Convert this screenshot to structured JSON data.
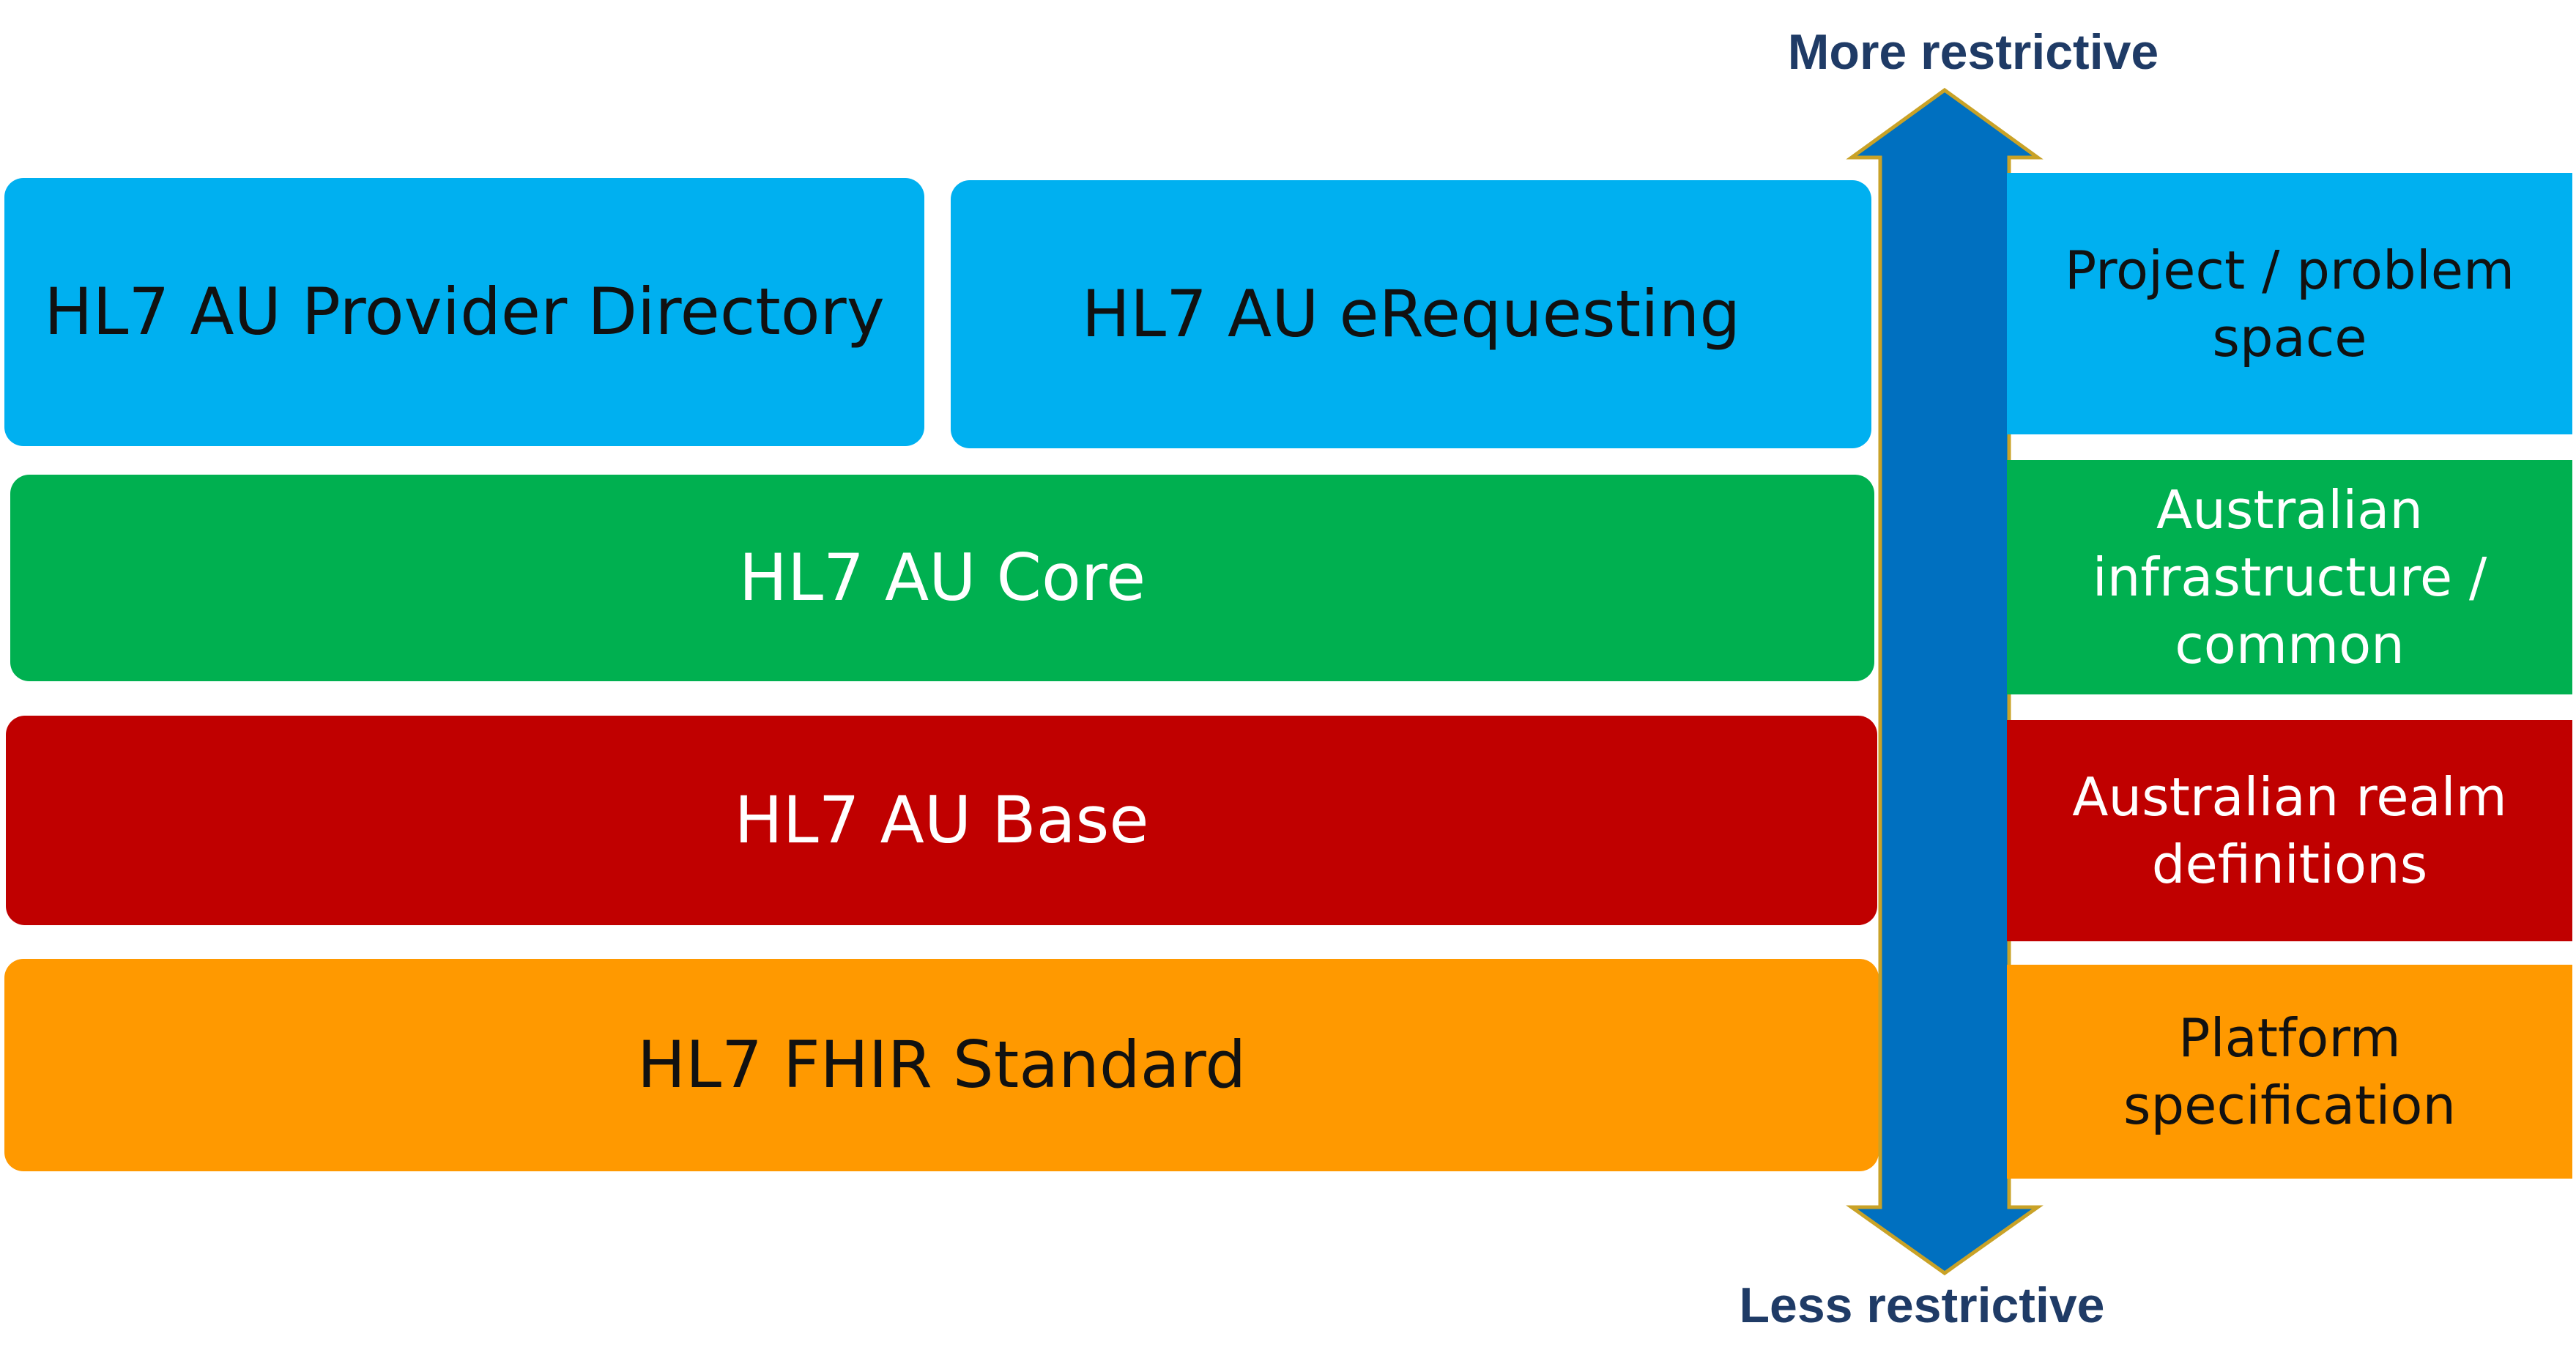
{
  "layers": {
    "provider_directory": "HL7 AU Provider Directory",
    "erequesting": "HL7 AU eRequesting",
    "core": "HL7 AU Core",
    "base": "HL7 AU Base",
    "fhir": "HL7 FHIR Standard"
  },
  "legend": {
    "project": [
      "Project / problem",
      "space"
    ],
    "infrastructure": [
      "Australian",
      "infrastructure /",
      "common"
    ],
    "realm": [
      "Australian realm",
      "definitions"
    ],
    "platform": [
      "Platform specification"
    ]
  },
  "arrow": {
    "top_label": "More restrictive",
    "bottom_label": "Less restrictive"
  },
  "colors": {
    "light_blue": "#00B0F0",
    "green": "#00B050",
    "red": "#C00000",
    "orange": "#FF9900",
    "arrow_fill": "#0070C0",
    "arrow_outline": "#C9A227",
    "label_text": "#1F3B66",
    "dark_text": "#111111",
    "white_text": "#FFFFFF"
  }
}
